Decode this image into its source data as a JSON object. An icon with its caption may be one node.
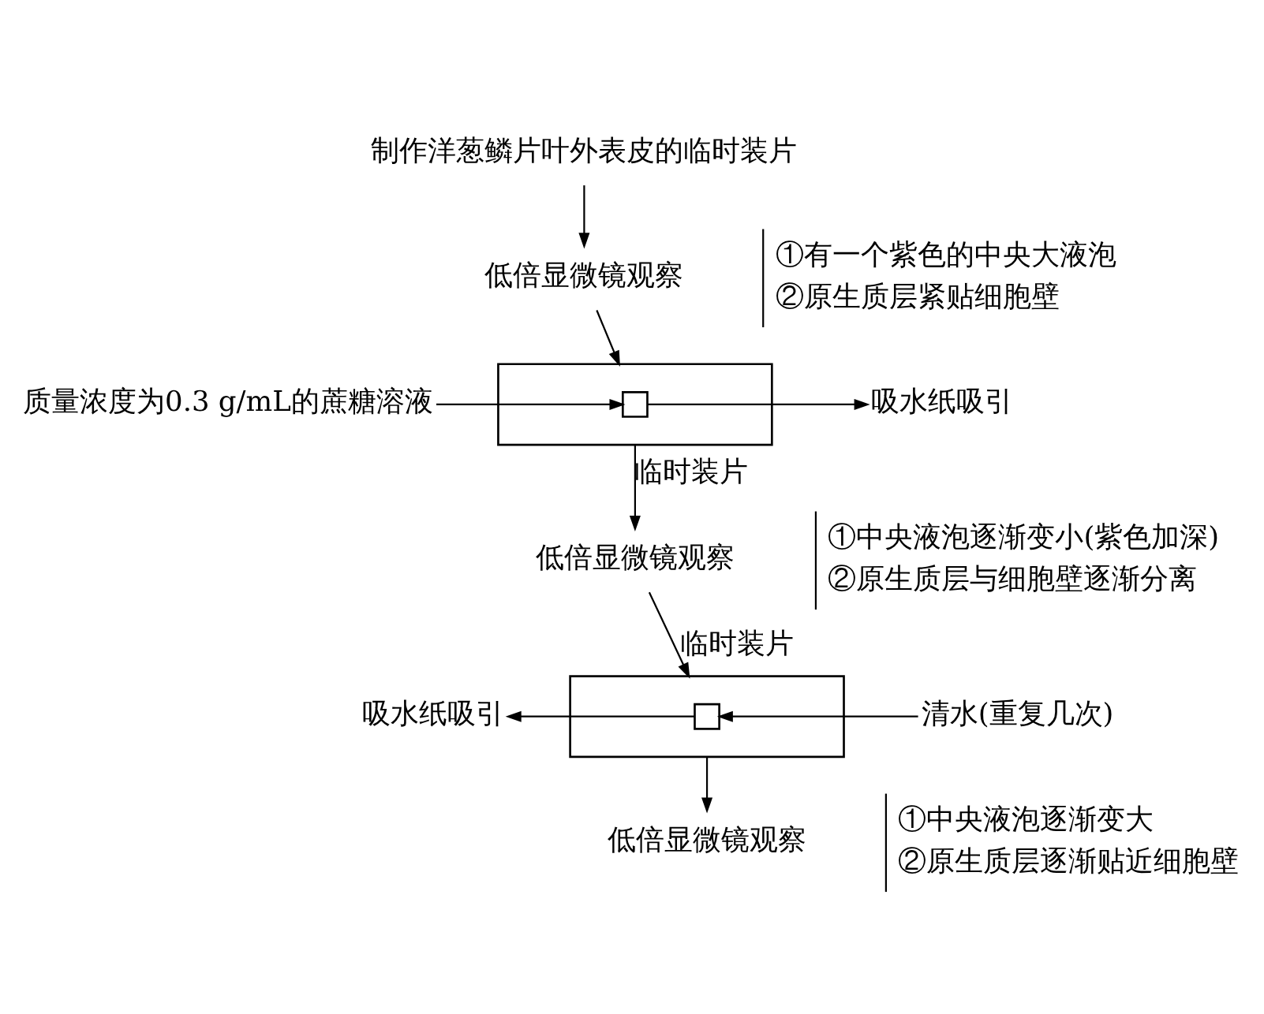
{
  "diagram": {
    "nodes": [
      {
        "text": [
          "制作洋葱鳞片叶外表皮的临时装片"
        ]
      },
      {
        "text": [
          "低倍显微镜观察"
        ],
        "beside": [
          "①有一个紫色的中央大液泡",
          "②原生质层紧贴细胞壁"
        ]
      },
      {
        "text": [
          "质量浓度为0.3 g/mL的蔗糖溶液"
        ]
      },
      {
        "text": [],
        "shape": "box"
      },
      {
        "text": [],
        "shape": "box",
        "in": 3
      },
      {
        "text": [
          "吸水纸吸引"
        ]
      },
      {
        "text": [
          "低倍显微镜观察"
        ],
        "beside": [
          "①中央液泡逐渐变小(紫色加深)",
          "②原生质层与细胞壁逐渐分离"
        ]
      },
      {
        "text": [
          "吸水纸吸引"
        ]
      },
      {
        "text": [],
        "shape": "box"
      },
      {
        "text": [],
        "shape": "box",
        "in": 8
      },
      {
        "text": [
          "清水(重复几次)"
        ]
      },
      {
        "text": [
          "低倍显微镜观察"
        ],
        "beside": [
          "①中央液泡逐渐变大",
          "②原生质层逐渐贴近细胞壁"
        ]
      }
    ],
    "edges": [
      {
        "from": 0,
        "to": 1,
        "arrow": "to"
      },
      {
        "from": 1,
        "to": 3,
        "arrow": "to"
      },
      {
        "from": 2,
        "to": 4,
        "arrow": "to"
      },
      {
        "from": 4,
        "to": 5,
        "arrow": "to"
      },
      {
        "from": 3,
        "to": 6,
        "arrow": "to",
        "label": "临时装片"
      },
      {
        "from": 6,
        "to": 8,
        "arrow": "to",
        "label": "临时装片"
      },
      {
        "from": 10,
        "to": 9,
        "arrow": "to"
      },
      {
        "from": 9,
        "to": 7,
        "arrow": "to"
      },
      {
        "from": 8,
        "to": 11,
        "arrow": "to"
      }
    ]
  }
}
